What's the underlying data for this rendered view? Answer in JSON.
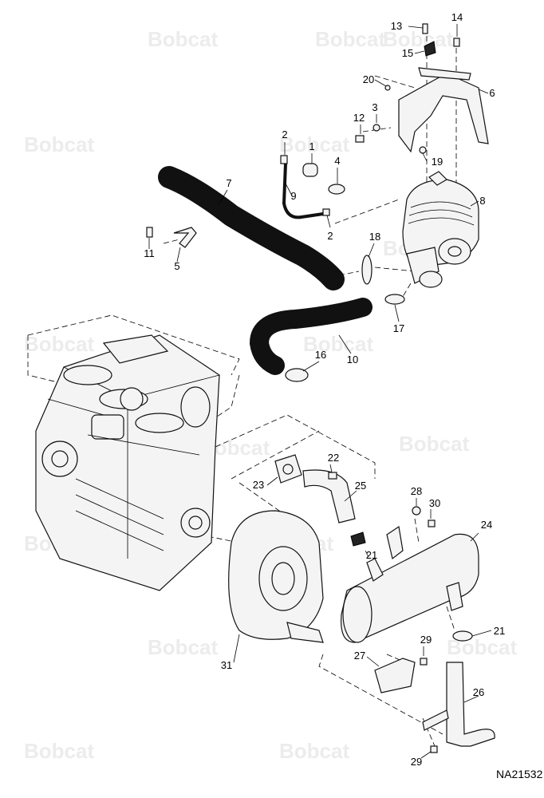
{
  "diagram": {
    "reference_code": "NA21532",
    "watermark_text": "Bobcat",
    "callouts": [
      {
        "label": "13"
      },
      {
        "label": "14"
      },
      {
        "label": "15"
      },
      {
        "label": "20"
      },
      {
        "label": "6"
      },
      {
        "label": "3"
      },
      {
        "label": "12"
      },
      {
        "label": "19"
      },
      {
        "label": "2"
      },
      {
        "label": "1"
      },
      {
        "label": "4"
      },
      {
        "label": "7"
      },
      {
        "label": "9"
      },
      {
        "label": "2"
      },
      {
        "label": "8"
      },
      {
        "label": "11"
      },
      {
        "label": "5"
      },
      {
        "label": "18"
      },
      {
        "label": "17"
      },
      {
        "label": "10"
      },
      {
        "label": "16"
      },
      {
        "label": "22"
      },
      {
        "label": "23"
      },
      {
        "label": "25"
      },
      {
        "label": "28"
      },
      {
        "label": "30"
      },
      {
        "label": "24"
      },
      {
        "label": "21"
      },
      {
        "label": "21"
      },
      {
        "label": "29"
      },
      {
        "label": "27"
      },
      {
        "label": "31"
      },
      {
        "label": "26"
      },
      {
        "label": "29"
      }
    ]
  }
}
